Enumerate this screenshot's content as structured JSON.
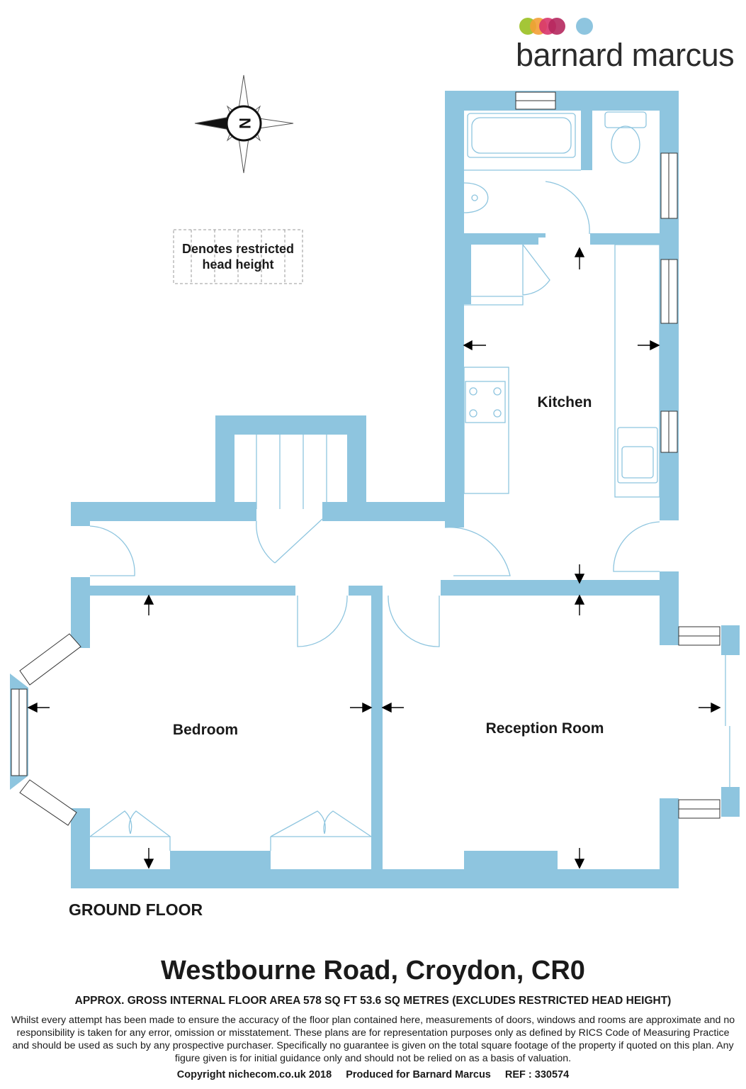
{
  "brand": {
    "name": "barnard marcus",
    "dot_colors": [
      "#a4c637",
      "#f3a035",
      "#d8356d",
      "#b5285e",
      "#8ec5df"
    ]
  },
  "compass": {
    "label": "N"
  },
  "legend": {
    "text": "Denotes restricted head height"
  },
  "rooms": {
    "kitchen": "Kitchen",
    "bedroom": "Bedroom",
    "reception": "Reception Room"
  },
  "floor_label": "GROUND FLOOR",
  "address": "Westbourne Road, Croydon, CR0",
  "area_text": "APPROX. GROSS INTERNAL FLOOR AREA 578 SQ FT 53.6 SQ METRES (EXCLUDES RESTRICTED HEAD HEIGHT)",
  "disclaimer": "Whilst every attempt has been made to ensure the accuracy of the floor plan contained here, measurements of doors, windows and rooms are approximate and no responsibility is taken for any error, omission or misstatement. These plans are for representation purposes only as defined by RICS Code of Measuring Practice and should be used as such by any prospective purchaser.  Specifically no guarantee is given on the total square footage of the property if quoted on this plan. Any figure given is for initial guidance only and should not be relied on as a basis of valuation.",
  "footer": {
    "copyright": "Copyright nichecom.co.uk 2018",
    "produced": "Produced for Barnard Marcus",
    "ref": "REF : 330574"
  },
  "colors": {
    "wall": "#8ec5df",
    "line": "#8ec5df",
    "ink": "#1a1a1a"
  }
}
